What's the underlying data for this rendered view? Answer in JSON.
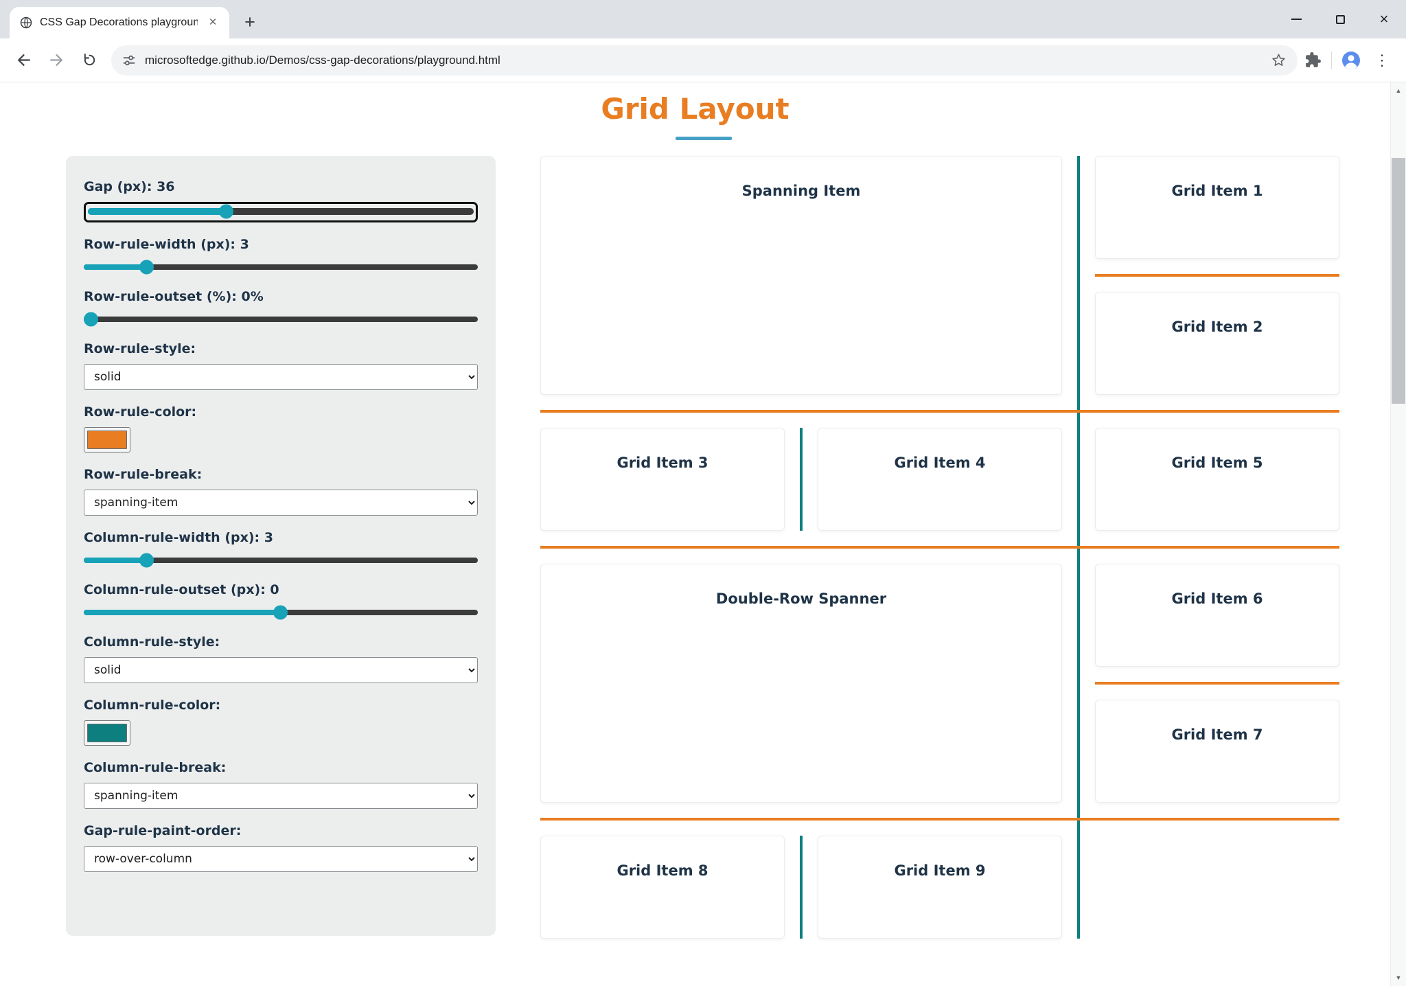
{
  "theme": {
    "accent-orange": "#e87d22",
    "accent-teal": "#0e7f7f",
    "slider-teal": "#17a2b8",
    "underline-blue": "#45a1c6",
    "label-color": "#1f3347",
    "panel-bg": "#eceeee",
    "track-color": "#3b3b3b"
  },
  "browser": {
    "tab_title": "CSS Gap Decorations playgroun",
    "url": "microsoftedge.github.io/Demos/css-gap-decorations/playground.html"
  },
  "page": {
    "title": "Grid Layout"
  },
  "controls": {
    "gap": {
      "label": "Gap (px): 36",
      "fill": "36%"
    },
    "row_rule_width": {
      "label": "Row-rule-width (px): 3",
      "fill": "16%"
    },
    "row_rule_outset": {
      "label": "Row-rule-outset (%): 0%",
      "fill": "2%"
    },
    "row_rule_style": {
      "label": "Row-rule-style:",
      "value": "solid"
    },
    "row_rule_color": {
      "label": "Row-rule-color:",
      "value": "#e87d22"
    },
    "row_rule_break": {
      "label": "Row-rule-break:",
      "value": "spanning-item"
    },
    "column_rule_width": {
      "label": "Column-rule-width (px): 3",
      "fill": "16%"
    },
    "column_rule_outset": {
      "label": "Column-rule-outset (px): 0",
      "fill": "50%"
    },
    "column_rule_style": {
      "label": "Column-rule-style:",
      "value": "solid"
    },
    "column_rule_color": {
      "label": "Column-rule-color:",
      "value": "#0e7f7f"
    },
    "column_rule_break": {
      "label": "Column-rule-break:",
      "value": "spanning-item"
    },
    "gap_rule_paint_order": {
      "label": "Gap-rule-paint-order:",
      "value": "row-over-column"
    }
  },
  "grid": {
    "items": [
      {
        "label": "Spanning Item"
      },
      {
        "label": "Grid Item 1"
      },
      {
        "label": "Grid Item 2"
      },
      {
        "label": "Grid Item 3"
      },
      {
        "label": "Grid Item 4"
      },
      {
        "label": "Grid Item 5"
      },
      {
        "label": "Double-Row Spanner"
      },
      {
        "label": "Grid Item 6"
      },
      {
        "label": "Grid Item 7"
      },
      {
        "label": "Grid Item 8"
      },
      {
        "label": "Grid Item 9"
      }
    ]
  }
}
